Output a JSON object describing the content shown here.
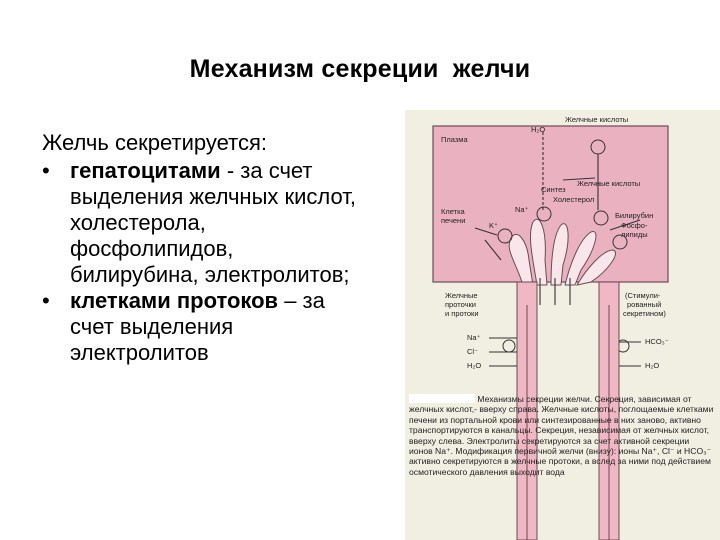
{
  "slide": {
    "title": "Механизм секреции  желчи",
    "intro": "Желчь секретируется:",
    "bullet1_bold": "гепатоцитами",
    "bullet1_rest": " - за счет выделения желчных кислот, холестерола, фосфолипидов, билирубина, электролитов;",
    "bullet2_bold": "клетками протоков",
    "bullet2_rest": " – за счет выделения электролитов"
  },
  "figure": {
    "labels": {
      "plasma": "Плазма",
      "h2o_top": "H₂O",
      "bile_acids_top": "Желчные кислоты",
      "synthesis": "Синтез",
      "bile_acids_mid": "Желчные кислоты",
      "cholesterol": "Холестерол",
      "na": "Na⁺",
      "k": "K⁺",
      "liver_cell_1": "Клетка",
      "liver_cell_2": "печени",
      "bilirubin": "Билирубин",
      "phospho_1": "Фосфо-",
      "phospho_2": "липиды",
      "ducts_1": "Желчные",
      "ducts_2": "проточки",
      "ducts_3": "и протоки",
      "stim_1": "(Стимули-",
      "stim_2": "рованный",
      "stim_3": "секретином)",
      "na_duct": "Na⁺",
      "cl_duct": "Cl⁻",
      "h2o_duct": "H₂O",
      "hco3": "HCO₃⁻",
      "h2o_right": "H₂O"
    },
    "caption_text": "Механизмы секреции желчи. Секреция, зависимая от желчных кислот,- вверху справа. Желчные кислоты, поглощаемые клетками печени из портальной крови или синтезированные в них заново, активно транспортируются в канальцы. Секреция, независимая от желчных кислот, вверху слева. Электролиты секретируются за счет активной секреции ионов Na⁺. Модификация первичной желчи (внизу): ионы Na⁺, Cl⁻ и HCO₃⁻ активно секретируются в желчные протоки, а вслед за ними под действием осмотического давления выходит вода"
  },
  "colors": {
    "cell_pink": "#eab2c0",
    "background_beige": "#f1eee2",
    "duct_pink": "#f0b7c4",
    "text": "#000000"
  }
}
